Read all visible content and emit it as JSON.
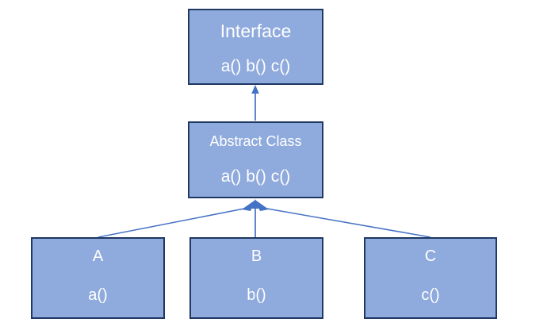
{
  "diagram": {
    "title": "UML inheritance diagram",
    "background_color": "#FFFFFF",
    "box_fill_color": "#8FAADC",
    "box_border_color": "#1F3864",
    "box_text_color": "#FFFFFF",
    "connector_color": "#4472C4",
    "boxes": [
      {
        "id": "interface",
        "title": "Interface",
        "members": "a() b() c()"
      },
      {
        "id": "abstract",
        "title": "Abstract Class",
        "members": "a() b() c()"
      },
      {
        "id": "a",
        "title": "A",
        "members": "a()"
      },
      {
        "id": "b",
        "title": "B",
        "members": "b()"
      },
      {
        "id": "c",
        "title": "C",
        "members": "c()"
      }
    ],
    "connectors": [
      {
        "id": "abstract-to-interface",
        "from": "abstract",
        "to": "interface",
        "kind": "inheritance-arrow"
      },
      {
        "id": "a-to-abstract",
        "from": "a",
        "to": "abstract",
        "kind": "inheritance-arrow"
      },
      {
        "id": "b-to-abstract",
        "from": "b",
        "to": "abstract",
        "kind": "inheritance-arrow"
      },
      {
        "id": "c-to-abstract",
        "from": "c",
        "to": "abstract",
        "kind": "inheritance-arrow"
      }
    ]
  }
}
